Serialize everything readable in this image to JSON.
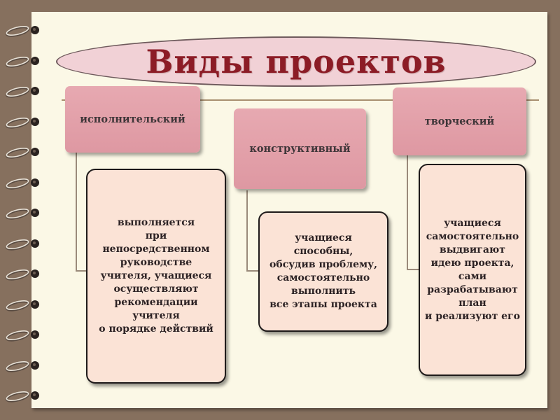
{
  "title": "Виды проектов",
  "types": [
    {
      "label": "исполнительский",
      "description": [
        "выполняется",
        "при",
        "непосредственном",
        "руководстве",
        "учителя, учащиеся",
        "осуществляют",
        "рекомендации",
        "учителя",
        "о порядке действий"
      ]
    },
    {
      "label": "конструктивный",
      "description": [
        "учащиеся",
        "способны,",
        "обсудив проблему,",
        "самостоятельно",
        "выполнить",
        "все этапы проекта"
      ]
    },
    {
      "label": "творческий",
      "description": [
        "учащиеся",
        "самостоятельно",
        "выдвигают",
        "идею проекта,",
        "сами",
        "разрабатывают",
        "план",
        "и реализуют его"
      ]
    }
  ],
  "colors": {
    "background": "#86705e",
    "page": "#fbf8e6",
    "title_fill": "#f1d1d6",
    "title_text": "#8c1c26",
    "category_fill": "#e3a0a9",
    "description_fill": "#fbe3d6"
  },
  "icons": [
    "spiral-binding-ring"
  ]
}
